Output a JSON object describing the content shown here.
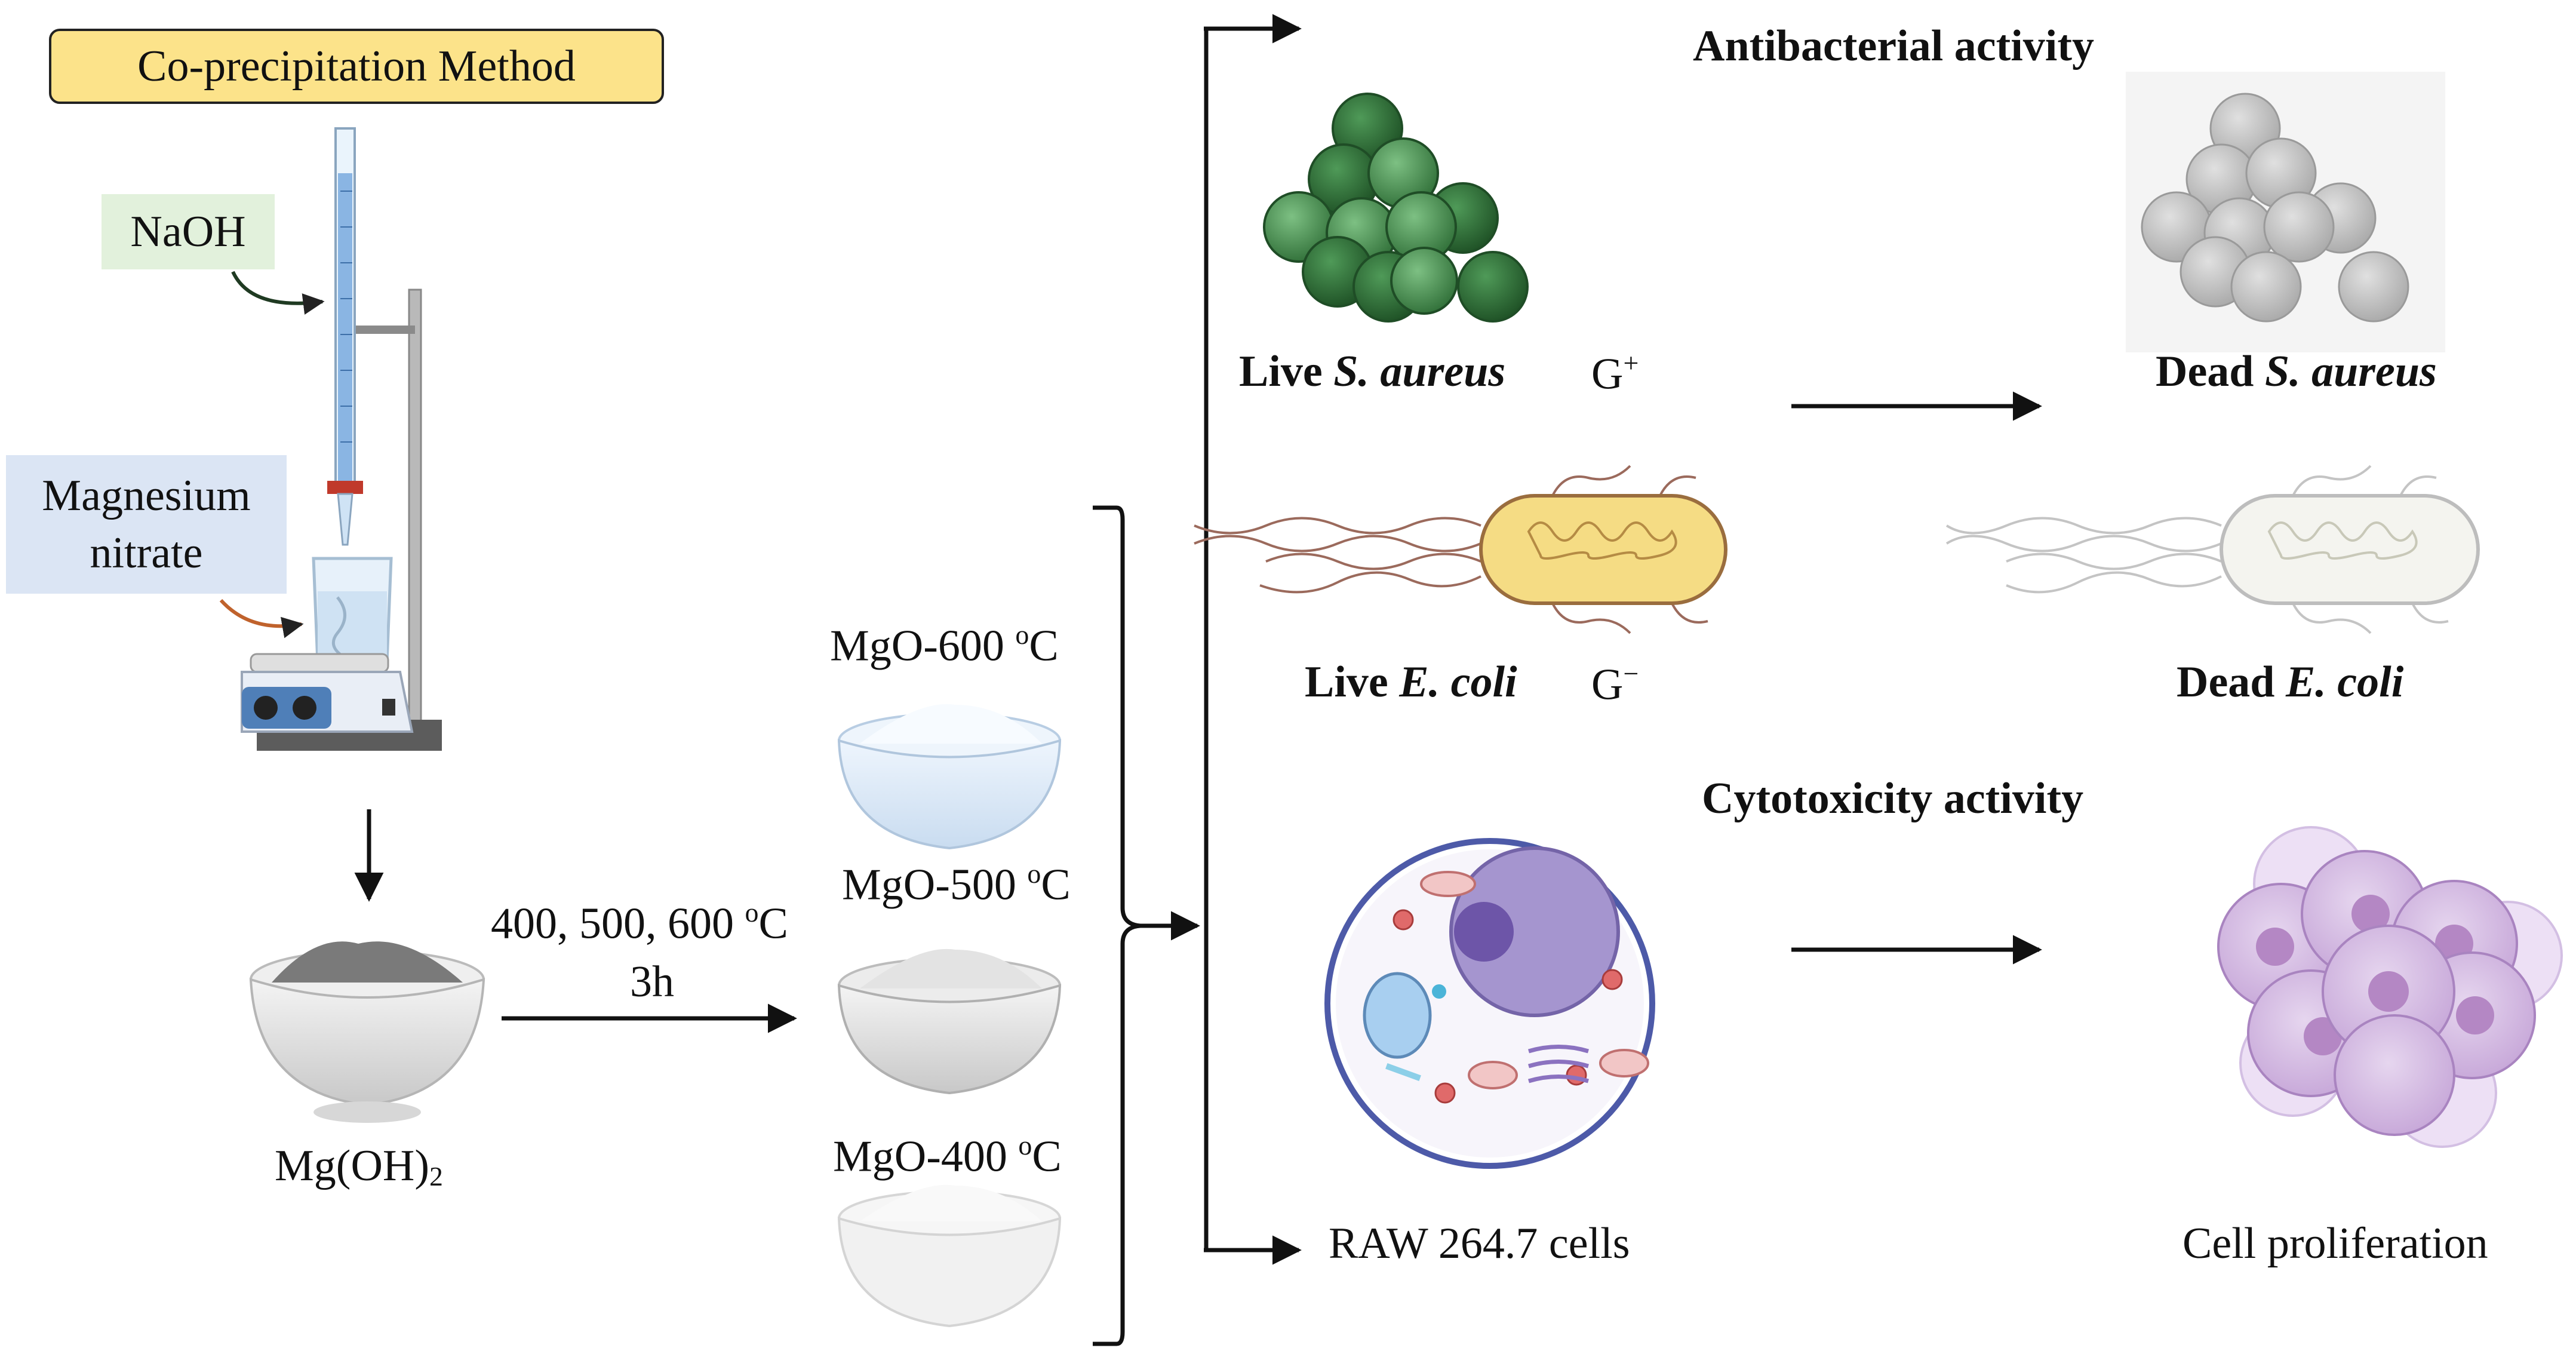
{
  "method": {
    "title": "Co-precipitation Method"
  },
  "reagents": {
    "naoh": "NaOH",
    "mg_nitrate": "Magnesium nitrate"
  },
  "precursor": {
    "name": "Mg(OH)",
    "subscript": "2"
  },
  "calcination": {
    "temps": "400, 500, 600 ",
    "temp_unit_sup": "o",
    "temp_unit": "C",
    "time": "3h"
  },
  "products": [
    {
      "label": "MgO-600 ",
      "sup": "o",
      "unit": "C"
    },
    {
      "label": "MgO-500 ",
      "sup": "o",
      "unit": "C"
    },
    {
      "label": "MgO-400 ",
      "sup": "o",
      "unit": "C"
    }
  ],
  "antibacterial": {
    "heading": "Antibacterial activity",
    "live_prefix": "Live ",
    "dead_prefix": "Dead ",
    "s_aureus": "S. aureus",
    "e_coli": "E. coli",
    "gram_pos_letter": "G",
    "gram_pos_sign": "+",
    "gram_neg_letter": "G",
    "gram_neg_sign": "−"
  },
  "cytotoxicity": {
    "heading": "Cytotoxicity activity",
    "cell_line": "RAW 264.7 cells",
    "result": "Cell proliferation"
  },
  "colors": {
    "method_box": "#fce38a",
    "naoh_box": "#e2f1dc",
    "nitrate_box": "#dbe5f4",
    "live_bacteria": "#3f8a48",
    "dead_bacteria": "#bdbdbd",
    "ecoli_body": "#f5dc84",
    "cell_purple": "#d5bde4"
  }
}
